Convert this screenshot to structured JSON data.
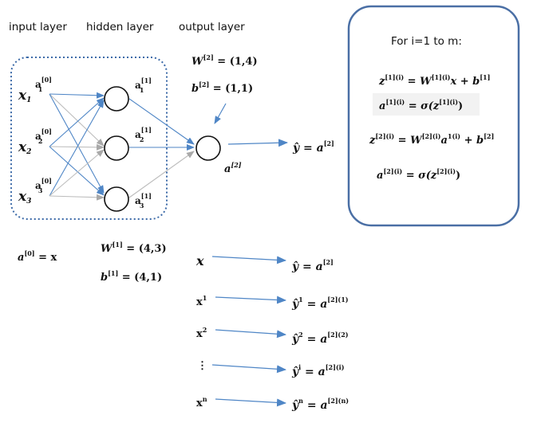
{
  "headers": {
    "input": "input layer",
    "hidden": "hidden layer",
    "output": "output layer"
  },
  "inputs": [
    {
      "x_label": "x",
      "x_sub": "1",
      "a_label": "a",
      "a_sup": "[0]",
      "a_sub": "1"
    },
    {
      "x_label": "x",
      "x_sub": "2",
      "a_label": "a",
      "a_sup": "[0]",
      "a_sub": "2"
    },
    {
      "x_label": "x",
      "x_sub": "3",
      "a_label": "a",
      "a_sup": "[0]",
      "a_sub": "3"
    }
  ],
  "hidden": [
    {
      "label": "a",
      "sup": "[1]",
      "sub": "1"
    },
    {
      "label": "a",
      "sup": "[1]",
      "sub": "2"
    },
    {
      "label": "a",
      "sup": "[1]",
      "sub": "3"
    }
  ],
  "output_node": {
    "label": "a",
    "sup": "[2]"
  },
  "output_params": {
    "w2": "W",
    "w2_sup": "[2]",
    "w2_val": " = (1,4)",
    "b2": "b",
    "b2_sup": "[2]",
    "b2_val": " = (1,1)"
  },
  "hidden_params": {
    "w1": "W",
    "w1_sup": "[1]",
    "w1_val": " = (4,3)",
    "b1": "b",
    "b1_sup": "[1]",
    "b1_val": " = (4,1)"
  },
  "a0_eq": {
    "lhs": "a",
    "sup": "[0]",
    "rhs": " = x"
  },
  "yhat_eq": {
    "lhs": "ŷ",
    "mid": " =  ",
    "rhs": "a",
    "sup": "[2]"
  },
  "loop_box": {
    "title": "For i=1 to m:",
    "eq1": {
      "lhs": "z",
      "lhs_sup": "[1](i)",
      "mid": " = ",
      "w": "W",
      "w_sup": "[1](i)",
      "rest": "x + b",
      "rest_sup": "[1]"
    },
    "eq2": {
      "lhs": "a",
      "lhs_sup": "[1](i)",
      "mid": " = σ(z",
      "mid_sup": "[1](i)",
      "end": ")"
    },
    "eq3": {
      "lhs": "z",
      "lhs_sup": "[2](i)",
      "mid": " = W",
      "mid_sup": "[2](i)",
      "a": "a",
      "a_sup": "1(i)",
      "rest": " + b",
      "rest_sup": "[2]"
    },
    "eq4": {
      "lhs": "a",
      "lhs_sup": "[2](i)",
      "mid": " = σ(z",
      "mid_sup": "[2](i)",
      "end": ")"
    }
  },
  "mappings": [
    {
      "x": "x",
      "x_sup": "",
      "y": "ŷ",
      "y_sup": "",
      "eq": " =  ",
      "a": "a",
      "a_sup": "[2]"
    },
    {
      "x": "x",
      "x_sup": "1",
      "y": "ŷ",
      "y_sup": "1",
      "eq": " =  ",
      "a": "a",
      "a_sup": "[2](1)"
    },
    {
      "x": "x",
      "x_sup": "2",
      "y": "ŷ",
      "y_sup": "2",
      "eq": " =  ",
      "a": "a",
      "a_sup": "[2](2)"
    },
    {
      "x": "⋮",
      "x_sup": "",
      "y": "ŷ",
      "y_sup": "i",
      "eq": " =  ",
      "a": "a",
      "a_sup": "[2](i)"
    },
    {
      "x": "x",
      "x_sup": "n",
      "y": "ŷ",
      "y_sup": "n",
      "eq": " =  ",
      "a": "a",
      "a_sup": "[2](n)"
    }
  ],
  "colors": {
    "arrow": "#4f86c6",
    "box_border": "#4a6fa5",
    "dotted_border": "#3c6aa8"
  }
}
